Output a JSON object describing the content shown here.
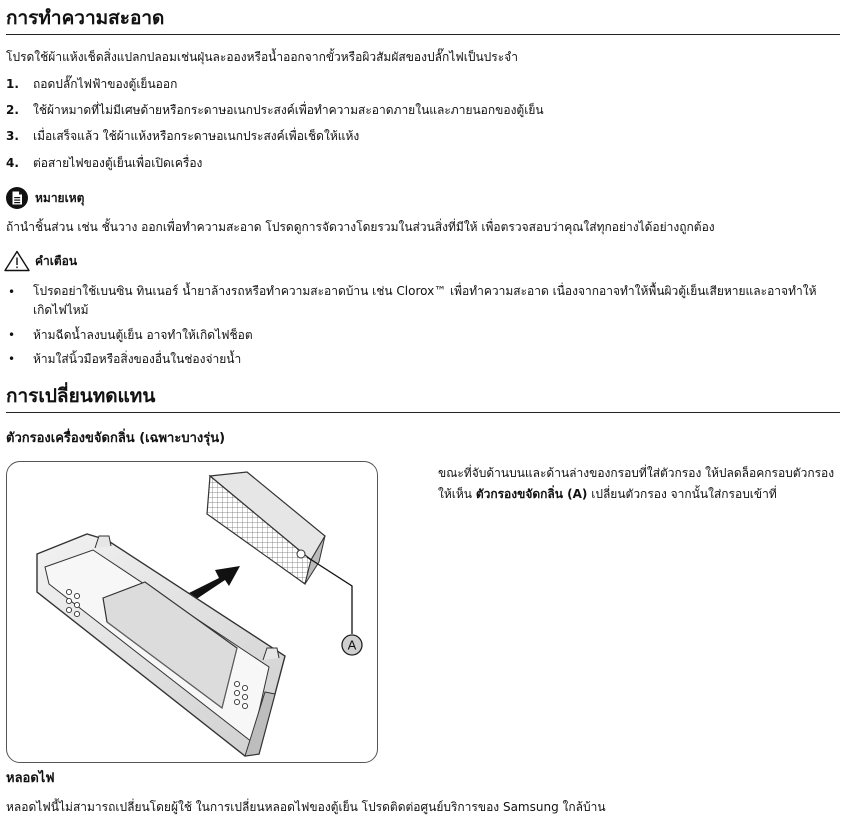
{
  "cleaning": {
    "title": "การทำความสะอาด",
    "intro": "โปรดใช้ผ้าแห้งเช็ดสิ่งแปลกปลอมเช่นฝุ่นละอองหรือน้ำออกจากขั้วหรือผิวสัมผัสของปลั๊กไฟเป็นประจำ",
    "steps": [
      {
        "num": "1.",
        "text": "ถอดปลั๊กไฟฟ้าของตู้เย็นออก"
      },
      {
        "num": "2.",
        "text": "ใช้ผ้าหมาดที่ไม่มีเศษด้ายหรือกระดาษอเนกประสงค์เพื่อทำความสะอาดภายในและภายนอกของตู้เย็น"
      },
      {
        "num": "3.",
        "text": "เมื่อเสร็จแล้ว ใช้ผ้าแห้งหรือกระดาษอเนกประสงค์เพื่อเช็ดให้แห้ง"
      },
      {
        "num": "4.",
        "text": "ต่อสายไฟของตู้เย็นเพื่อเปิดเครื่อง"
      }
    ],
    "note_label": "หมายเหตุ",
    "note_text": "ถ้านำชิ้นส่วน เช่น ชั้นวาง ออกเพื่อทำความสะอาด โปรดดูการจัดวางโดยรวมในส่วนสิ่งที่มีให้ เพื่อตรวจสอบว่าคุณใส่ทุกอย่างได้อย่างถูกต้อง",
    "warning_label": "คำเตือน",
    "warnings": [
      "โปรดอย่าใช้เบนซิน ทินเนอร์ น้ำยาล้างรถหรือทำความสะอาดบ้าน เช่น Clorox™ เพื่อทำความสะอาด เนื่องจากอาจทำให้พื้นผิวตู้เย็นเสียหายและอาจทำให้เกิดไฟไหม้",
      "ห้ามฉีดน้ำลงบนตู้เย็น อาจทำให้เกิดไฟช็อต",
      "ห้ามใส่นิ้วมือหรือสิ่งของอื่นในช่องจ่ายน้ำ"
    ],
    "bullet": "•"
  },
  "replacement": {
    "title": "การเปลี่ยนทดแทน",
    "filter_title": "ตัวกรองเครื่องขจัดกลิ่น (เฉพาะบางรุ่น)",
    "filter_text_before": "ขณะที่จับด้านบนและด้านล่างของกรอบที่ใส่ตัวกรอง ให้ปลดล็อคกรอบตัวกรองให้เห็น ",
    "filter_text_bold": "ตัวกรองขจัดกลิ่น (A)",
    "filter_text_after": " เปลี่ยนตัวกรอง จากนั้นใส่กรอบเข้าที่",
    "callout": "A",
    "lamp_title": "หลอดไฟ",
    "lamp_text": "หลอดไฟนี้ไม่สามารถเปลี่ยนโดยผู้ใช้ ในการเปลี่ยนหลอดไฟของตู้เย็น โปรดติดต่อศูนย์บริการของ Samsung ใกล้บ้าน"
  }
}
